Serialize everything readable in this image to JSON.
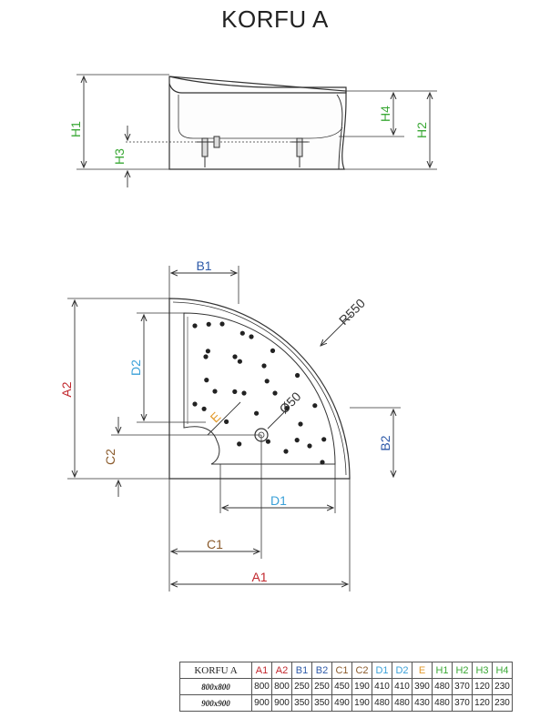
{
  "title": "KORFU A",
  "labels": {
    "H1": "H1",
    "H2": "H2",
    "H3": "H3",
    "H4": "H4",
    "A1": "A1",
    "A2": "A2",
    "B1": "B1",
    "B2": "B2",
    "C1": "C1",
    "C2": "C2",
    "D1": "D1",
    "D2": "D2",
    "E": "E",
    "R": "R550",
    "drain": "Ø50"
  },
  "colors": {
    "A": "#c1272d",
    "B": "#2e5aa8",
    "C": "#8a5a2b",
    "D": "#3aa0d8",
    "E": "#e39a2c",
    "H": "#3aa835",
    "line": "#333333"
  },
  "table": {
    "headers": [
      "KORFU A",
      "A1",
      "A2",
      "B1",
      "B2",
      "C1",
      "C2",
      "D1",
      "D2",
      "E",
      "H1",
      "H2",
      "H3",
      "H4"
    ],
    "header_colors": [
      "#222222",
      "#c1272d",
      "#c1272d",
      "#2e5aa8",
      "#2e5aa8",
      "#8a5a2b",
      "#8a5a2b",
      "#3aa0d8",
      "#3aa0d8",
      "#e39a2c",
      "#3aa835",
      "#3aa835",
      "#3aa835",
      "#3aa835"
    ],
    "rows": [
      [
        "800x800",
        "800",
        "800",
        "250",
        "250",
        "450",
        "190",
        "410",
        "410",
        "390",
        "480",
        "370",
        "120",
        "230"
      ],
      [
        "900x900",
        "900",
        "900",
        "350",
        "350",
        "490",
        "190",
        "480",
        "480",
        "430",
        "480",
        "370",
        "120",
        "230"
      ]
    ]
  }
}
